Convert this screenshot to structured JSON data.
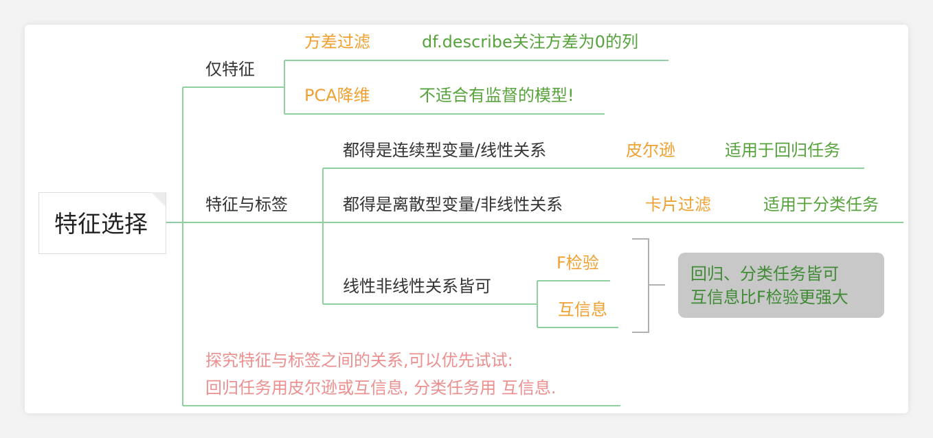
{
  "root": {
    "label": "特征选择"
  },
  "branches": {
    "feature_only": {
      "label": "仅特征",
      "items": [
        {
          "method": "方差过滤",
          "note": "df.describe关注方差为0的列"
        },
        {
          "method": "PCA降维",
          "note": "不适合有监督的模型!"
        }
      ]
    },
    "feature_label": {
      "label": "特征与标签",
      "items": [
        {
          "condition": "都得是连续型变量/线性关系",
          "method": "皮尔逊",
          "note": "适用于回归任务"
        },
        {
          "condition": "都得是离散型变量/非线性关系",
          "method": "卡片过滤",
          "note": "适用于分类任务"
        },
        {
          "condition": "线性非线性关系皆可",
          "methods": [
            "F检验",
            "互信息"
          ]
        }
      ],
      "callout": [
        "回归、分类任务皆可",
        "互信息比F检验更强大"
      ]
    },
    "tip": {
      "lines": [
        "探究特征与标签之间的关系,可以优先试试:",
        "回归任务用皮尔逊或互信息, 分类任务用 互信息."
      ]
    }
  },
  "colors": {
    "line": "#8fd19e",
    "method": "#f0a030",
    "note": "#56a33c",
    "tip": "#ec8f8f",
    "callout_bg": "#c8c8c8",
    "bracket": "#b0b0b0"
  }
}
